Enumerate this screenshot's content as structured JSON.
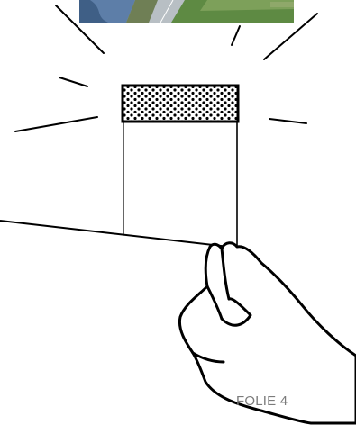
{
  "slide": {
    "label": "FOLIE 4"
  },
  "colors": {
    "ink": "#000000",
    "label": "#7b7b7b",
    "background": "#ffffff",
    "photo_water": "#5d7ea8",
    "photo_field": "#4f7a3a",
    "photo_sky": "#c7d3dd"
  },
  "icons": {
    "photo": "landscape-photo",
    "hand": "hand-holding-card",
    "pattern": "dotted-fill-pattern"
  }
}
